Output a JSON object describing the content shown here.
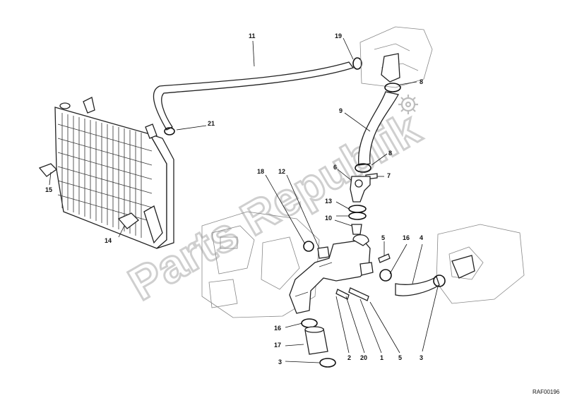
{
  "watermark": {
    "text": "Parts Republik"
  },
  "reference_code": "RAF00196",
  "callouts": {
    "c1": "1",
    "c2": "2",
    "c3a": "3",
    "c3b": "3",
    "c5a": "5",
    "c5b": "5",
    "c6": "6",
    "c7": "7",
    "c8a": "8",
    "c8b": "8",
    "c9": "9",
    "c10": "10",
    "c11": "11",
    "c12": "12",
    "c13": "13",
    "c14": "14",
    "c15": "15",
    "c16a": "16",
    "c16b": "16",
    "c17": "17",
    "c18": "18",
    "c19": "19",
    "c20": "20",
    "c21": "21",
    "c4": "4"
  }
}
